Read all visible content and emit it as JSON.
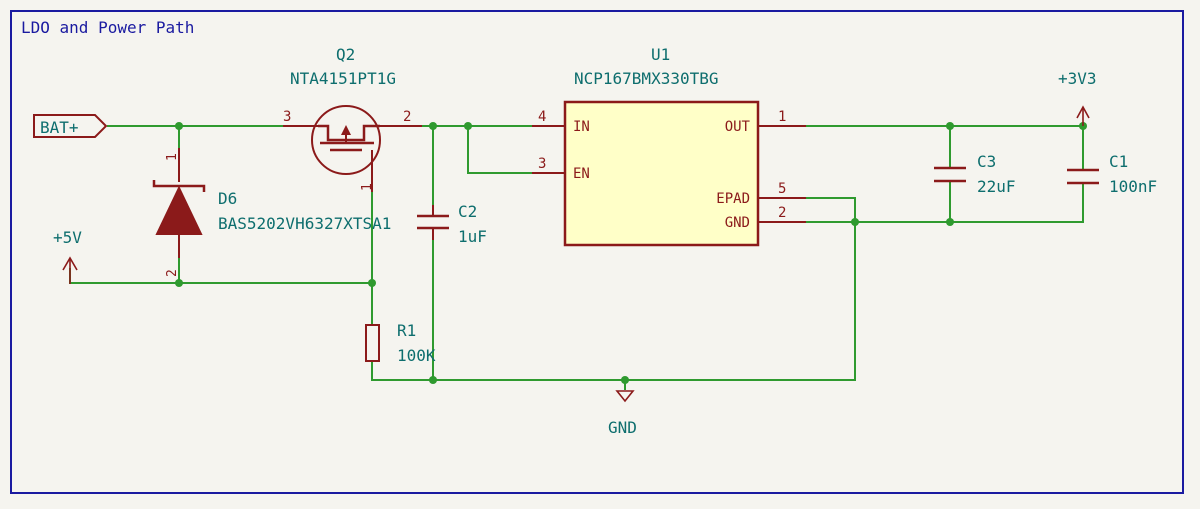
{
  "sheet": {
    "title": "LDO and Power Path"
  },
  "colors": {
    "wire": "#2f9a2f",
    "symbol": "#8b1a1a",
    "ic_fill": "#ffffc8",
    "text": "#0e6e6e",
    "frame": "#1a1aa0"
  },
  "labels": {
    "bat": "BAT+"
  },
  "power": {
    "v5": "+5V",
    "v3": "+3V3",
    "gnd": "GND"
  },
  "parts": {
    "q2": {
      "ref": "Q2",
      "value": "NTA4151PT1G",
      "pin_drain": "2",
      "pin_source": "3",
      "pin_gate": "1"
    },
    "d6": {
      "ref": "D6",
      "value": "BAS5202VH6327XTSA1",
      "pin_k": "1",
      "pin_a": "2"
    },
    "c2": {
      "ref": "C2",
      "value": "1uF"
    },
    "r1": {
      "ref": "R1",
      "value": "100K"
    },
    "u1": {
      "ref": "U1",
      "value": "NCP167BMX330TBG",
      "pins": {
        "in": {
          "num": "4",
          "name": "IN"
        },
        "en": {
          "num": "3",
          "name": "EN"
        },
        "out": {
          "num": "1",
          "name": "OUT"
        },
        "epad": {
          "num": "5",
          "name": "EPAD"
        },
        "gnd": {
          "num": "2",
          "name": "GND"
        }
      }
    },
    "c3": {
      "ref": "C3",
      "value": "22uF"
    },
    "c1": {
      "ref": "C1",
      "value": "100nF"
    }
  }
}
